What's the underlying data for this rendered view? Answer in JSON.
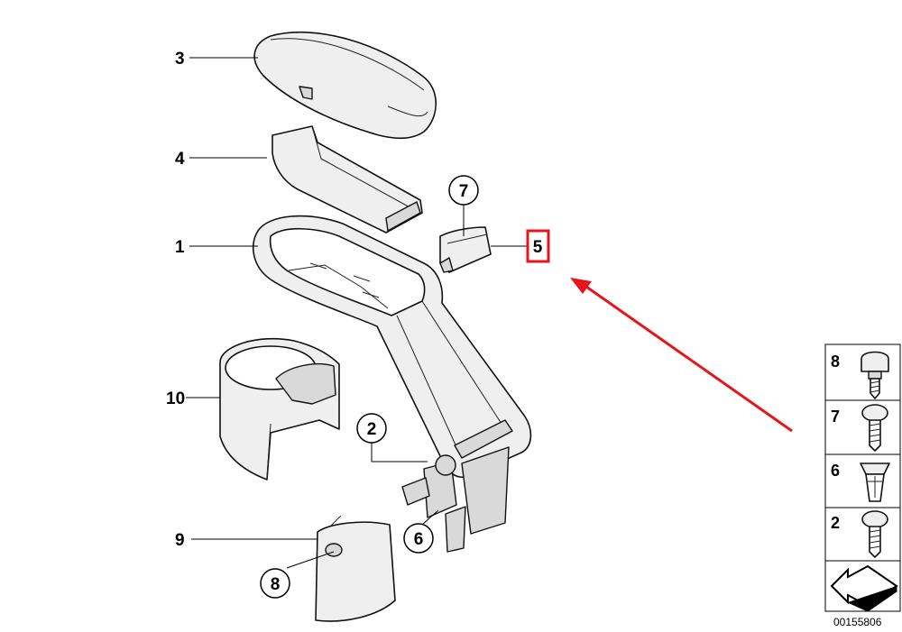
{
  "callouts": {
    "c1": "1",
    "c2": "2",
    "c3": "3",
    "c4": "4",
    "c5": "5",
    "c6": "6",
    "c7": "7",
    "c8": "8",
    "c9": "9",
    "c10": "10"
  },
  "legend": {
    "items": [
      "8",
      "7",
      "6",
      "2"
    ]
  },
  "diagram_number": "00155806",
  "colors": {
    "highlight": "#e8141b",
    "line": "#000000",
    "part_shade": "#d9d9d9"
  }
}
